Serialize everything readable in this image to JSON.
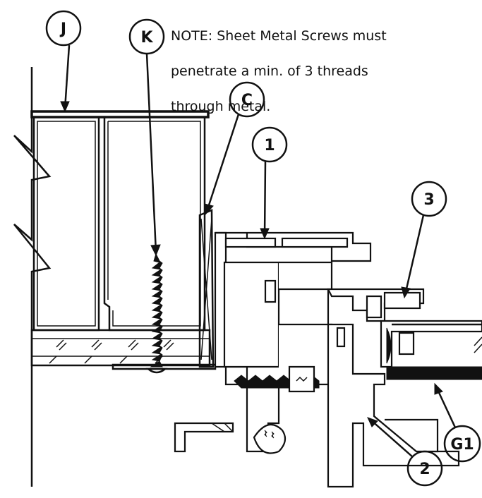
{
  "note": {
    "line1": "NOTE: Sheet Metal Screws must",
    "line2": "penetrate a min. of  3 threads",
    "line3": "through metal."
  },
  "callouts": {
    "j": "J",
    "k": "K",
    "c": "C",
    "one": "1",
    "two": "2",
    "three": "3",
    "g1": "G1"
  }
}
